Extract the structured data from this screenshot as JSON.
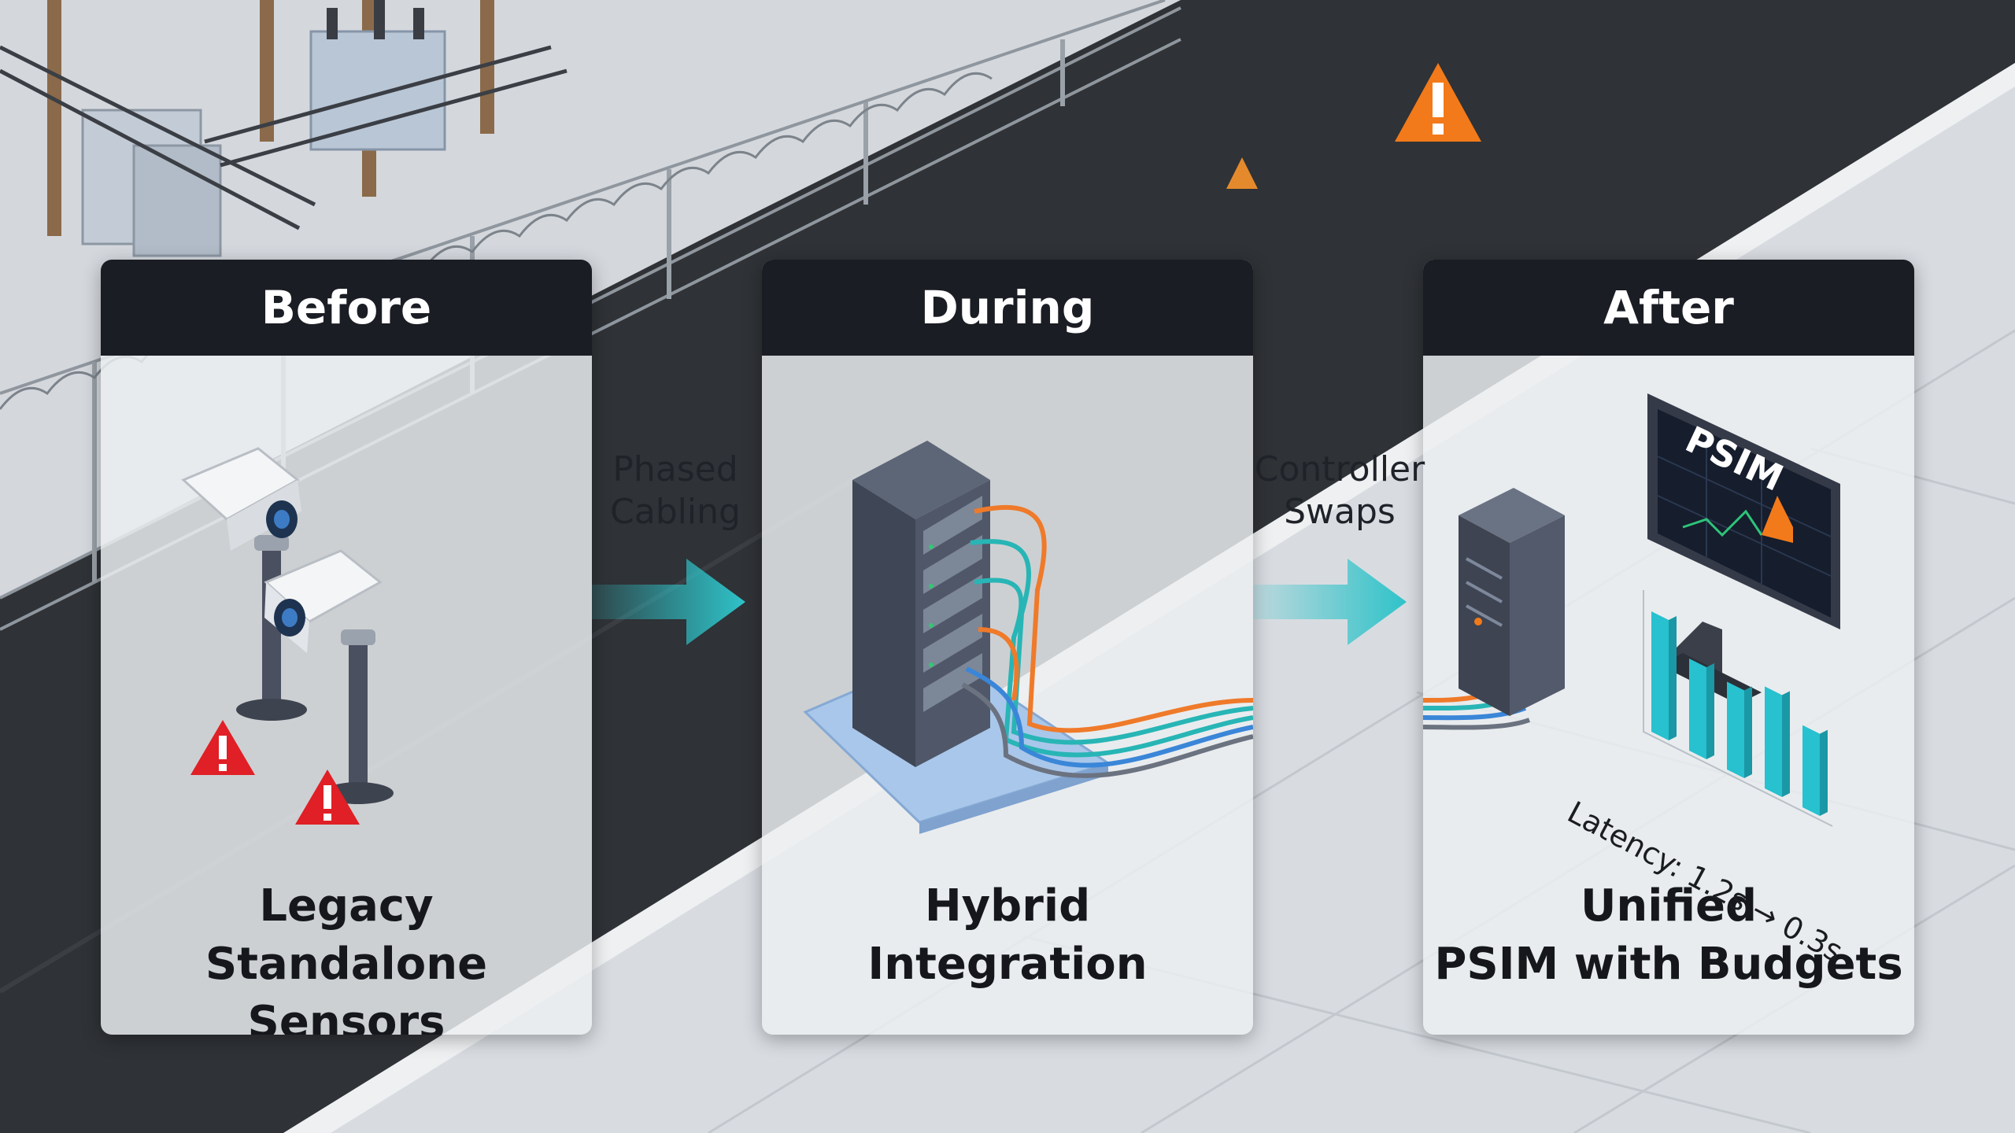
{
  "stages": [
    {
      "header": "Before",
      "caption_line1": "Legacy",
      "caption_line2": "Standalone Sensors"
    },
    {
      "header": "During",
      "caption_line1": "Hybrid",
      "caption_line2": "Integration"
    },
    {
      "header": "After",
      "caption_line1": "Unified",
      "caption_line2": "PSIM with Budgets"
    }
  ],
  "transitions": [
    {
      "line1": "Phased",
      "line2": "Cabling"
    },
    {
      "line1": "Controller",
      "line2": "Swaps"
    }
  ],
  "after_visuals": {
    "monitor_label": "PSIM",
    "latency_label": "Latency: 1.2s → 0.3s",
    "bar_levels": [
      0.85,
      0.65,
      0.62,
      0.72,
      0.58
    ]
  },
  "colors": {
    "header_bg": "#1b1d24",
    "arrow": "#2ec3c9",
    "warning_red": "#e01f26",
    "warning_orange": "#f27a1a",
    "cable_orange": "#ef7a2a",
    "cable_teal": "#28b5b5",
    "cable_blue": "#3a86d8",
    "cable_gray": "#6b7280",
    "bar_cyan": "#27c1cf"
  }
}
